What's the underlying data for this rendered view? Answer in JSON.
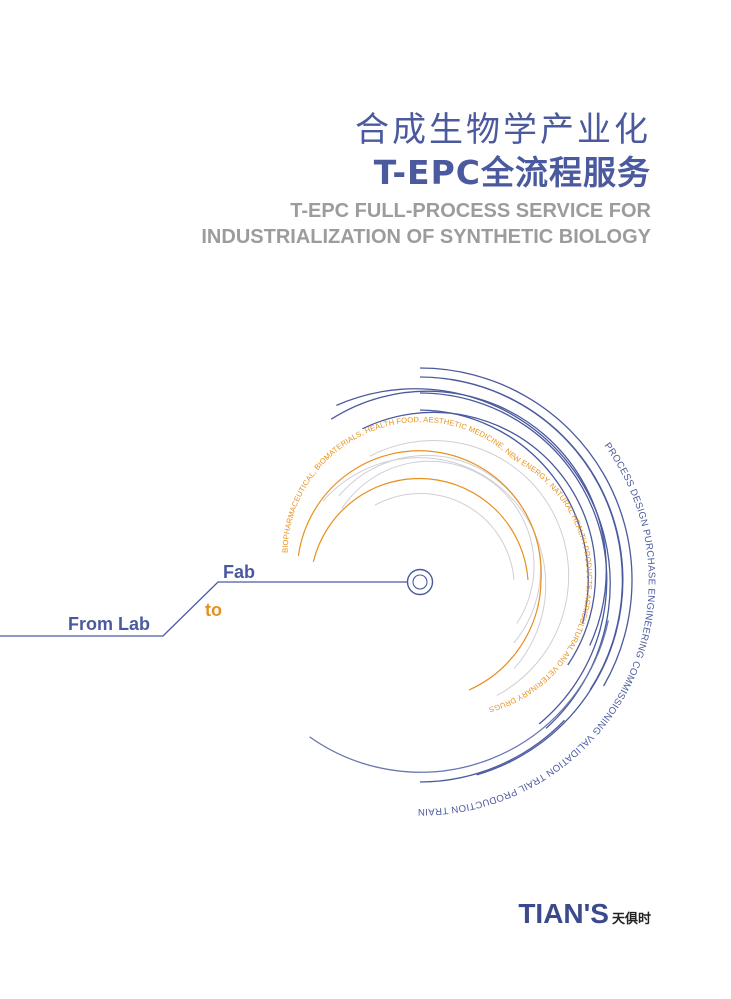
{
  "header": {
    "title_cn": "合成生物学产业化",
    "title_cn_bold": "T-EPC全流程服务",
    "title_en_line1": "T-EPC FULL-PROCESS SERVICE FOR",
    "title_en_line2": "INDUSTRIALIZATION OF SYNTHETIC BIOLOGY"
  },
  "diagram": {
    "from_lab": "From Lab",
    "to": "to",
    "fab": "Fab",
    "inner_arc_text": "BIOPHARMACEUTICAL, BIOMATERIALS, HEALTH FOOD, AESTHETIC MEDICINE, NEW ENERGY, NATURAL HEALTH PRODUCTS, AGRICULTURAL AND VETERINARY DRUGS",
    "outer_arc_text": "PROCESS DESIGN PURCHASE ENGINEERING COMMISSIONING VALIDATION TRAIL PRODUCTION TRAINING",
    "colors": {
      "primary": "#4b5a9e",
      "accent": "#e8901e",
      "gray": "#c9c9c9"
    }
  },
  "logo": {
    "mark": "TIAN'S",
    "cn": "天俱时"
  }
}
